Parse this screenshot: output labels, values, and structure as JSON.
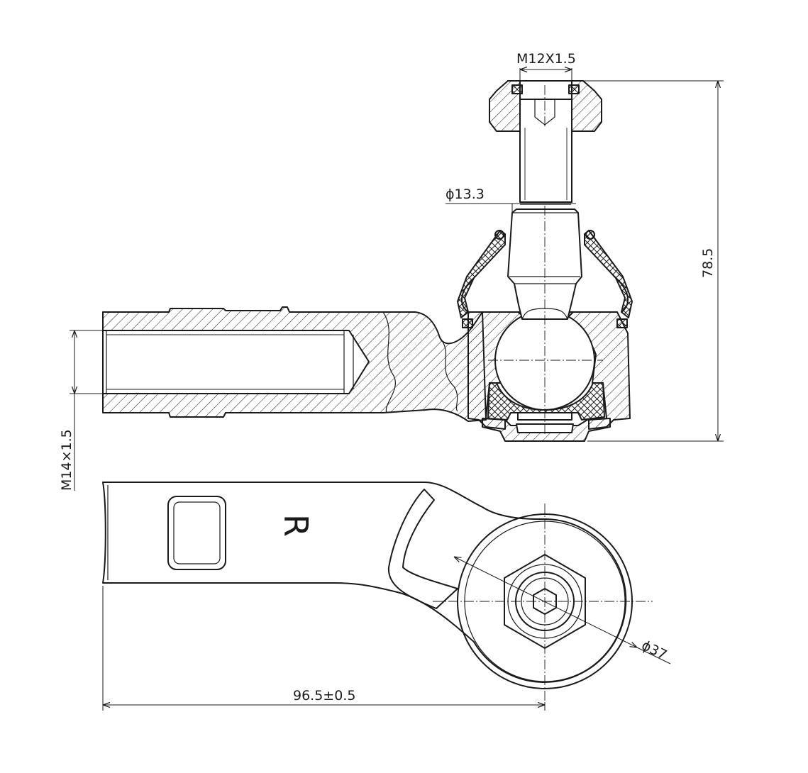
{
  "dimensions": {
    "stud_thread": "M12X1.5",
    "stud_diameter": "ϕ13.3",
    "overall_height": "78.5",
    "bore_thread": "M14×1.5",
    "eye_diameter": "ϕ37",
    "overall_length": "96.5±0.5"
  },
  "marking": {
    "side_letter": "R"
  },
  "colors": {
    "line": "#1a1a1a",
    "background": "#ffffff"
  }
}
